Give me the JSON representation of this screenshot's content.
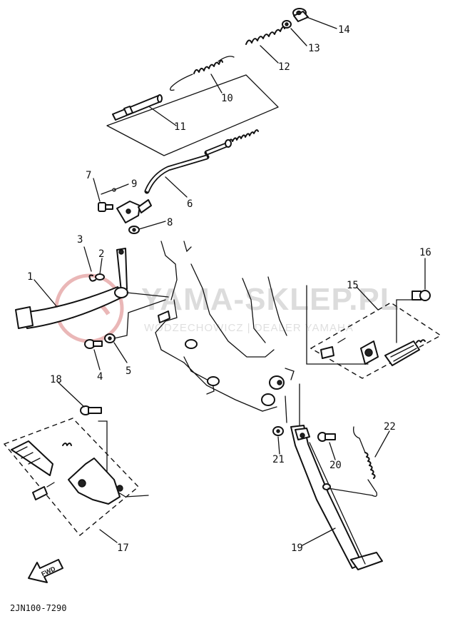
{
  "watermark": {
    "title": "YAMA-SKLEP.PL",
    "subtitle": "WODZECHOWICZ | DEALER YAMAHA",
    "color": "#e8a0a0"
  },
  "diagram_code": "2JN100-7290",
  "fwd_label": "FWD",
  "callouts": {
    "c1": "1",
    "c2": "2",
    "c3": "3",
    "c4": "4",
    "c5": "5",
    "c6": "6",
    "c7": "7",
    "c8": "8",
    "c9": "9",
    "c10": "10",
    "c11": "11",
    "c12": "12",
    "c13": "13",
    "c14": "14",
    "c15": "15",
    "c16": "16",
    "c17": "17",
    "c18": "18",
    "c19": "19",
    "c20": "20",
    "c21": "21",
    "c22": "22"
  }
}
